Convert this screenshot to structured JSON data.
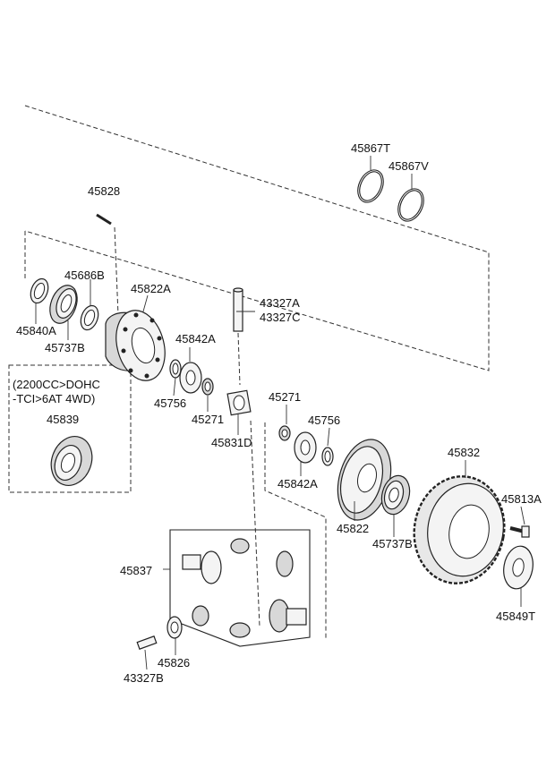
{
  "labels": {
    "p45867T": "45867T",
    "p45867V": "45867V",
    "p45828": "45828",
    "p45686B": "45686B",
    "p45822A": "45822A",
    "p45840A": "45840A",
    "p45737B_left": "45737B",
    "p43327A": "43327A",
    "p43327C": "43327C",
    "p45842A_top": "45842A",
    "p45756_left": "45756",
    "p45271_left": "45271",
    "p45831D": "45831D",
    "p45271_right": "45271",
    "p45756_right": "45756",
    "p45842A_bottom": "45842A",
    "p45839": "45839",
    "p45832": "45832",
    "p45813A": "45813A",
    "p45822": "45822",
    "p45737B_right": "45737B",
    "p45849T": "45849T",
    "p45837": "45837",
    "p45826": "45826",
    "p43327B": "43327B"
  },
  "note": {
    "line1": "(2200CC>DOHC",
    "line2": "-TCI>6AT 4WD)"
  }
}
